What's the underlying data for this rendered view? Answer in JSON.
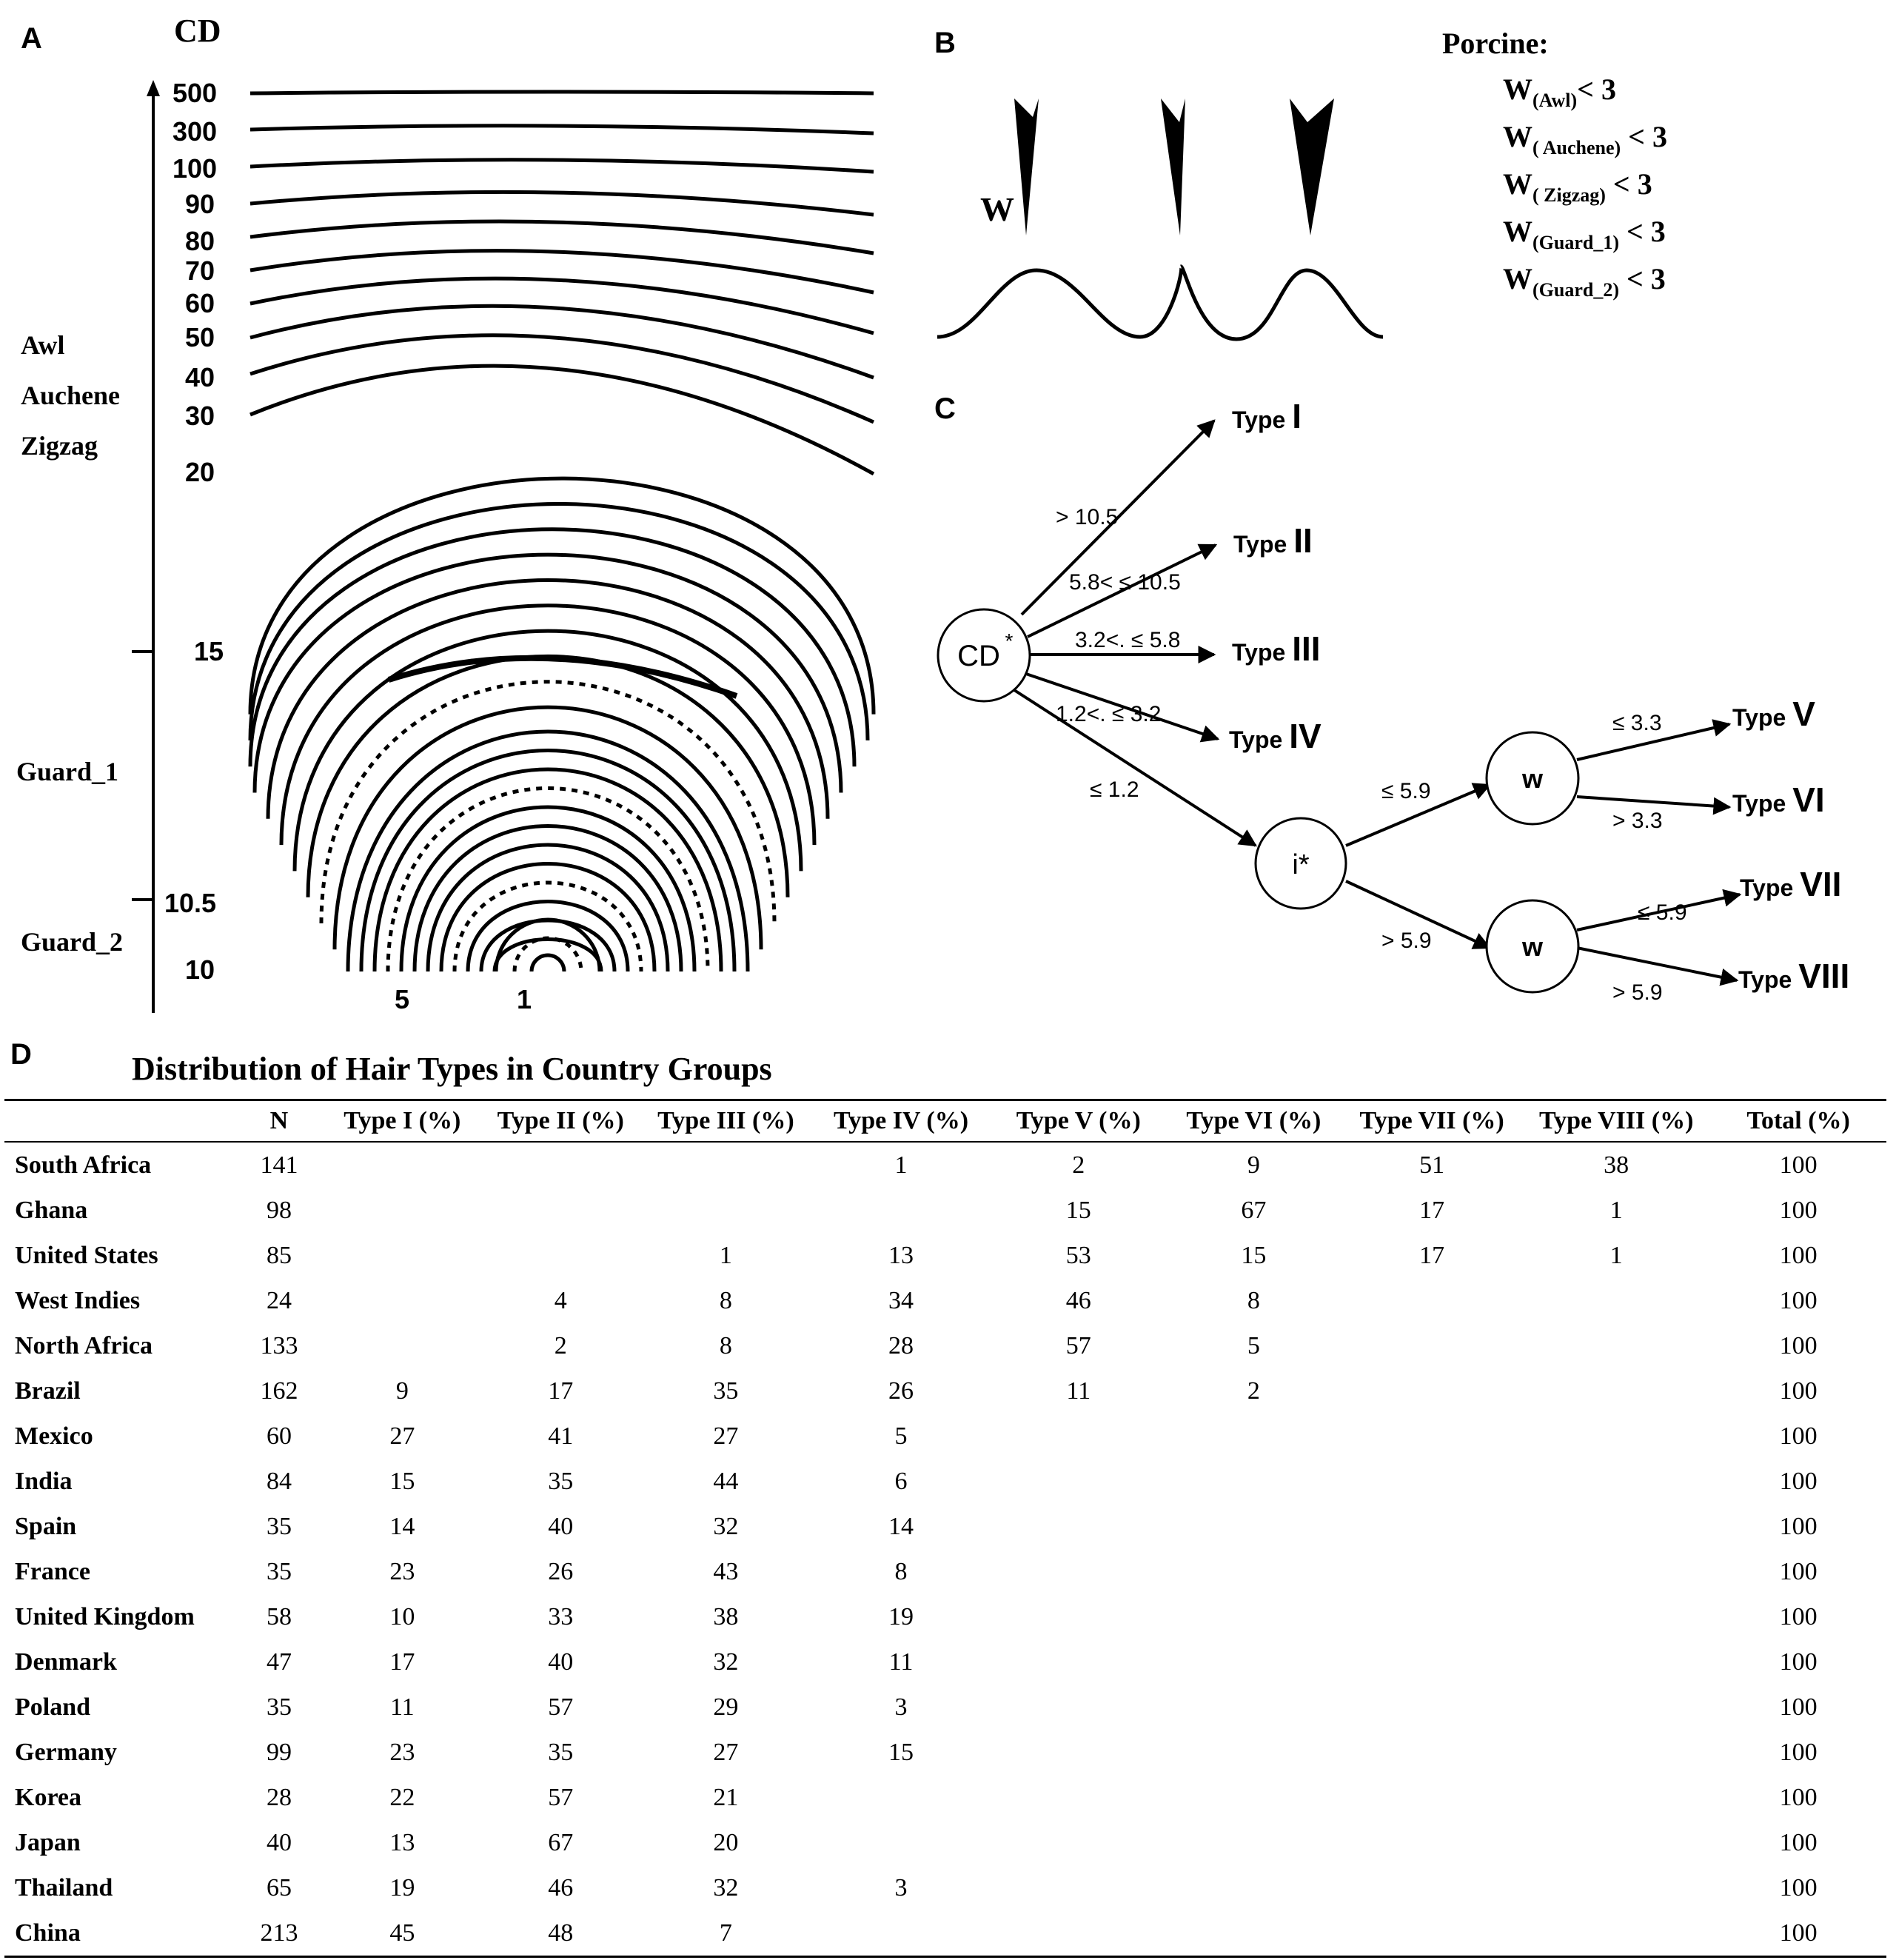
{
  "panels": {
    "a": "A",
    "b": "B",
    "c": "C",
    "d": "D"
  },
  "panel_a": {
    "axis_title": "CD",
    "ticks": [
      "500",
      "300",
      "100",
      "90",
      "80",
      "70",
      "60",
      "50",
      "40",
      "30",
      "20",
      "15",
      "10.5",
      "10"
    ],
    "bottom_labels": [
      "5",
      "1"
    ],
    "category_labels": [
      "Awl",
      "Auchene",
      "Zigzag",
      "Guard_1",
      "Guard_2"
    ]
  },
  "panel_b": {
    "w_label": "W",
    "porcine_title": "Porcine:",
    "rules": [
      {
        "base": "W",
        "sub": "(Awl)",
        "rest": "< 3"
      },
      {
        "base": "W",
        "sub": "( Auchene)",
        "rest": " < 3"
      },
      {
        "base": "W",
        "sub": "( Zigzag)",
        "rest": " < 3"
      },
      {
        "base": "W",
        "sub": "(Guard_1)",
        "rest": " < 3"
      },
      {
        "base": "W",
        "sub": "(Guard_2)",
        "rest": " < 3"
      }
    ]
  },
  "panel_c": {
    "nodes": {
      "cd": "CD",
      "cd_star": "*",
      "i": "i*",
      "w1": "w",
      "w2": "w"
    },
    "edge_labels": {
      "e1": "> 10.5",
      "e2": "5.8<  ≤ 10.5",
      "e3": "3.2<. ≤ 5.8",
      "e4": "1.2<. ≤ 3.2",
      "e5": "≤ 1.2",
      "e6": "≤ 5.9",
      "e7": "> 5.9",
      "e8": "≤ 3.3",
      "e9": "> 3.3",
      "e10": "≤ 5.9",
      "e11": "> 5.9"
    },
    "types": [
      {
        "word": "Type",
        "numeral": "I"
      },
      {
        "word": "Type",
        "numeral": "II"
      },
      {
        "word": "Type",
        "numeral": "III"
      },
      {
        "word": "Type",
        "numeral": "IV"
      },
      {
        "word": "Type",
        "numeral": "V"
      },
      {
        "word": "Type",
        "numeral": "VI"
      },
      {
        "word": "Type",
        "numeral": "VII"
      },
      {
        "word": "Type",
        "numeral": "VIII"
      }
    ]
  },
  "table": {
    "title": "Distribution of Hair Types in Country Groups",
    "headers": [
      "",
      "N",
      "Type I (%)",
      "Type II (%)",
      "Type III (%)",
      "Type IV (%)",
      "Type V (%)",
      "Type VI (%)",
      "Type VII (%)",
      "Type VIII (%)",
      "Total (%)"
    ],
    "rows": [
      [
        "South Africa",
        "141",
        "",
        "",
        "",
        "1",
        "2",
        "9",
        "51",
        "38",
        "100"
      ],
      [
        "Ghana",
        "98",
        "",
        "",
        "",
        "",
        "15",
        "67",
        "17",
        "1",
        "100"
      ],
      [
        "United States",
        "85",
        "",
        "",
        "1",
        "13",
        "53",
        "15",
        "17",
        "1",
        "100"
      ],
      [
        "West Indies",
        "24",
        "",
        "4",
        "8",
        "34",
        "46",
        "8",
        "",
        "",
        "100"
      ],
      [
        "North Africa",
        "133",
        "",
        "2",
        "8",
        "28",
        "57",
        "5",
        "",
        "",
        "100"
      ],
      [
        "Brazil",
        "162",
        "9",
        "17",
        "35",
        "26",
        "11",
        "2",
        "",
        "",
        "100"
      ],
      [
        "Mexico",
        "60",
        "27",
        "41",
        "27",
        "5",
        "",
        "",
        "",
        "",
        "100"
      ],
      [
        "India",
        "84",
        "15",
        "35",
        "44",
        "6",
        "",
        "",
        "",
        "",
        "100"
      ],
      [
        "Spain",
        "35",
        "14",
        "40",
        "32",
        "14",
        "",
        "",
        "",
        "",
        "100"
      ],
      [
        "France",
        "35",
        "23",
        "26",
        "43",
        "8",
        "",
        "",
        "",
        "",
        "100"
      ],
      [
        "United Kingdom",
        "58",
        "10",
        "33",
        "38",
        "19",
        "",
        "",
        "",
        "",
        "100"
      ],
      [
        "Denmark",
        "47",
        "17",
        "40",
        "32",
        "11",
        "",
        "",
        "",
        "",
        "100"
      ],
      [
        "Poland",
        "35",
        "11",
        "57",
        "29",
        "3",
        "",
        "",
        "",
        "",
        "100"
      ],
      [
        "Germany",
        "99",
        "23",
        "35",
        "27",
        "15",
        "",
        "",
        "",
        "",
        "100"
      ],
      [
        "Korea",
        "28",
        "22",
        "57",
        "21",
        "",
        "",
        "",
        "",
        "",
        "100"
      ],
      [
        "Japan",
        "40",
        "13",
        "67",
        "20",
        "",
        "",
        "",
        "",
        "",
        "100"
      ],
      [
        "Thailand",
        "65",
        "19",
        "46",
        "32",
        "3",
        "",
        "",
        "",
        "",
        "100"
      ],
      [
        "China",
        "213",
        "45",
        "48",
        "7",
        "",
        "",
        "",
        "",
        "",
        "100"
      ]
    ]
  }
}
